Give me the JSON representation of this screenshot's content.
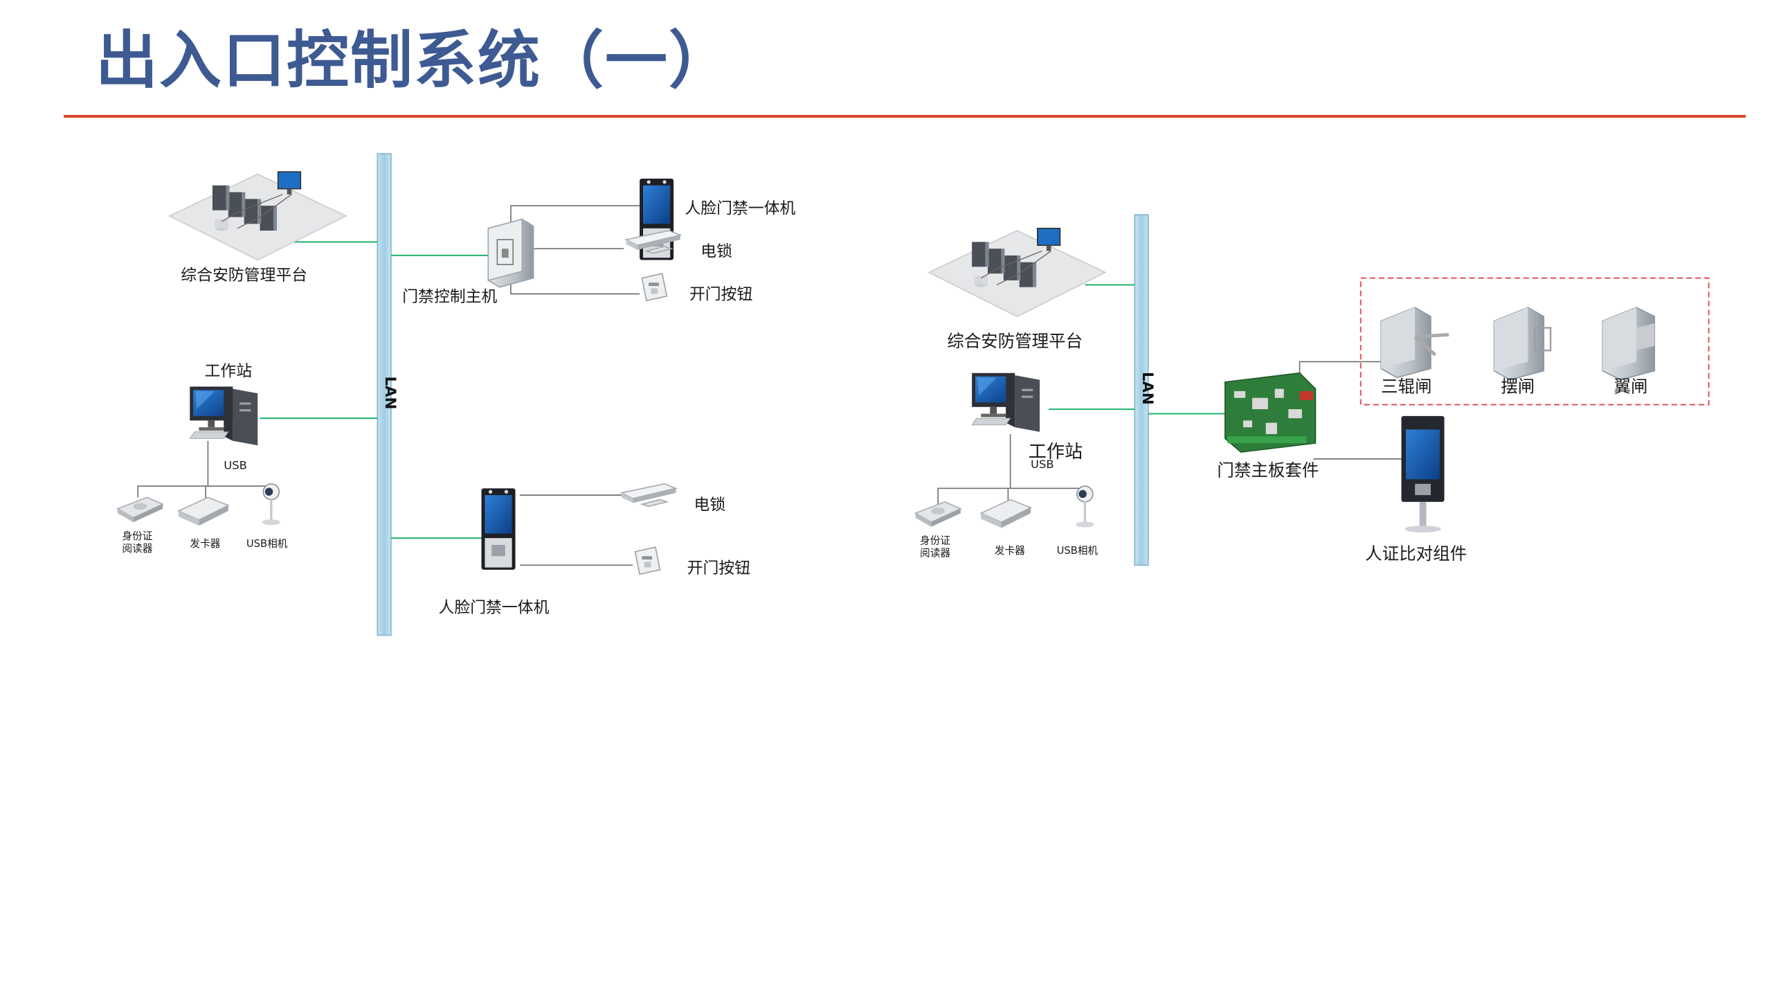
{
  "slide": {
    "title": "出入口控制系统（一）",
    "accent_color": "#d7452e",
    "title_color": "#3e5a92",
    "link_color": "#2bb673",
    "bus_color": "#a9d3e8"
  },
  "left": {
    "lan_label": "LAN",
    "platform_label": "综合安防管理平台",
    "controller_label": "门禁控制主机",
    "face_terminal_top_label": "人脸门禁一体机",
    "lock_top_label": "电锁",
    "exit_button_top_label": "开门按钮",
    "workstation_label": "工作站",
    "usb_label": "USB",
    "id_reader_label": "身份证\n阅读器",
    "card_issuer_label": "发卡器",
    "usb_camera_label": "USB相机",
    "lock_bottom_label": "电锁",
    "exit_button_bottom_label": "开门按钮",
    "face_terminal_bottom_label": "人脸门禁一体机"
  },
  "right": {
    "lan_label": "LAN",
    "platform_label": "综合安防管理平台",
    "workstation_label": "工作站",
    "usb_label": "USB",
    "id_reader_label": "身份证\n阅读器",
    "card_issuer_label": "发卡器",
    "usb_camera_label": "USB相机",
    "board_label": "门禁主板套件",
    "tripod_label": "三辊闸",
    "swing_label": "摆闸",
    "flap_label": "翼闸",
    "id_verify_label": "人证比对组件"
  },
  "icons": [
    "server-cluster-icon",
    "door-controller-icon",
    "face-terminal-icon",
    "electric-lock-icon",
    "exit-button-icon",
    "workstation-icon",
    "id-reader-icon",
    "card-issuer-icon",
    "usb-camera-icon",
    "access-board-icon",
    "tripod-turnstile-icon",
    "swing-gate-icon",
    "flap-gate-icon",
    "id-verification-terminal-icon"
  ]
}
